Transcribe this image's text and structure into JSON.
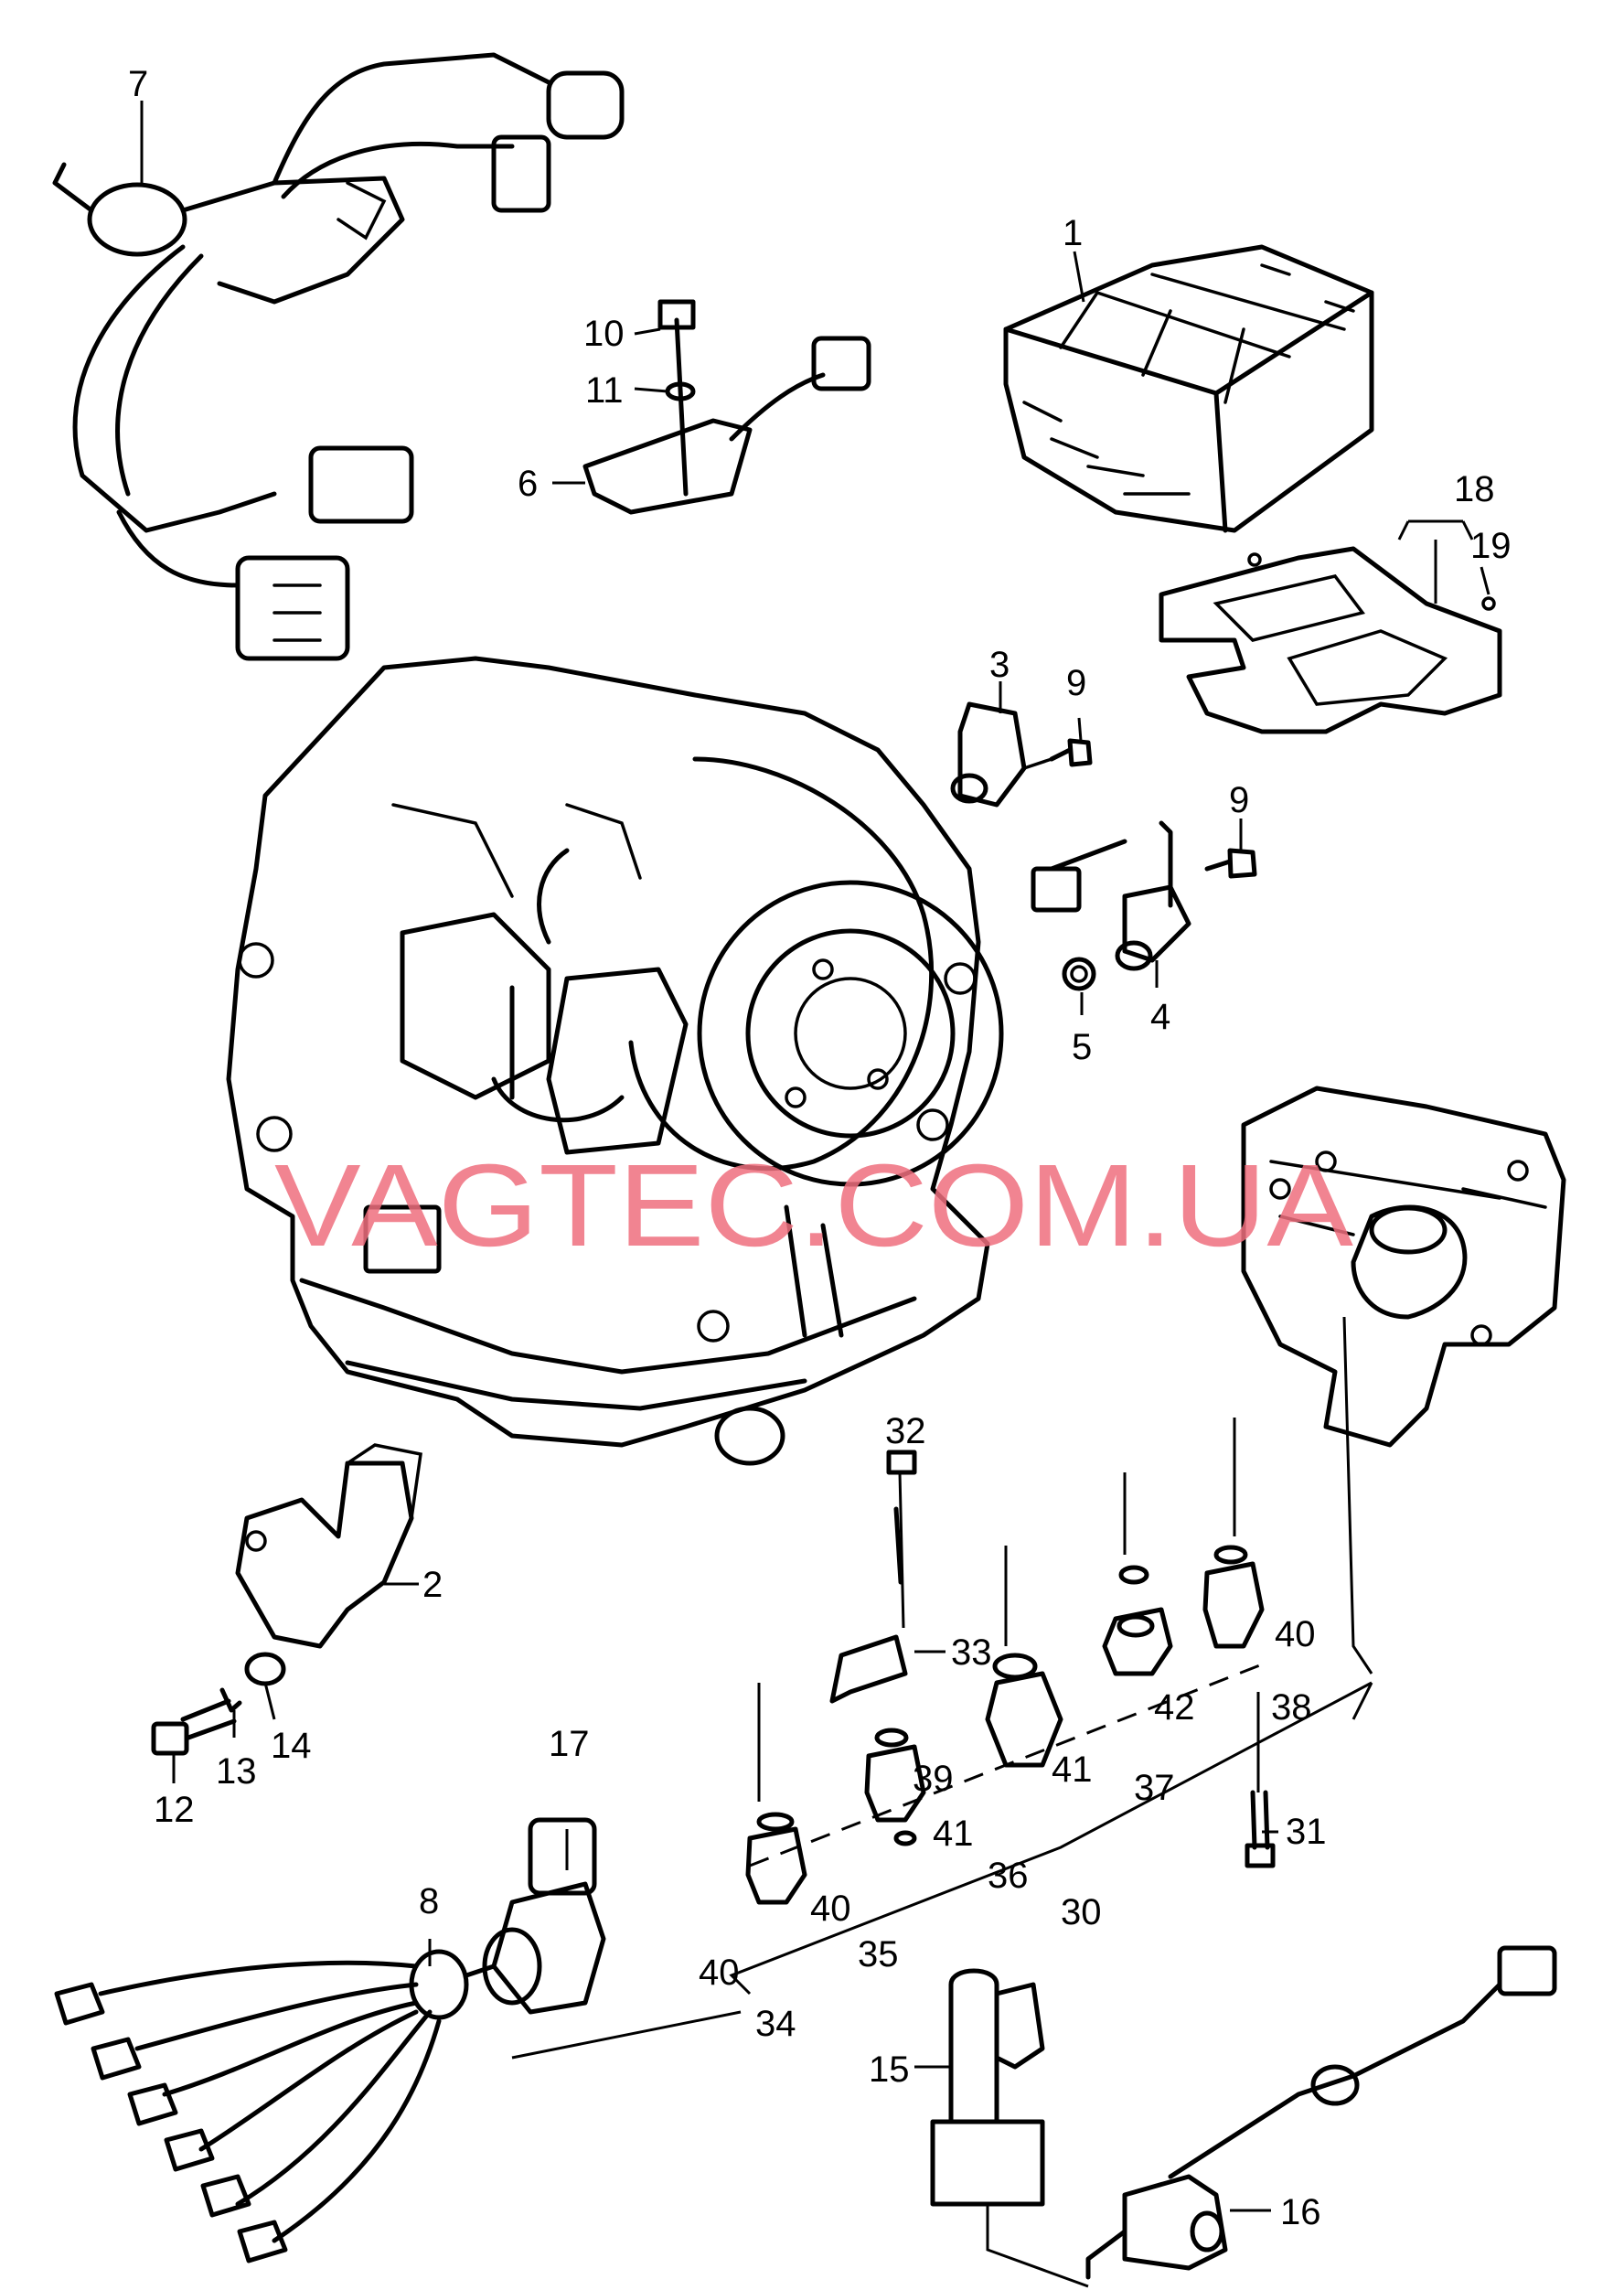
{
  "watermark": "VAGTEC.COM.UA",
  "callouts": {
    "c1": "1",
    "c2": "2",
    "c3": "3",
    "c4": "4",
    "c5": "5",
    "c6": "6",
    "c7": "7",
    "c8": "8",
    "c9a": "9",
    "c9b": "9",
    "c10": "10",
    "c11": "11",
    "c12": "12",
    "c13": "13",
    "c14": "14",
    "c15": "15",
    "c16": "16",
    "c17": "17",
    "c18": "18",
    "c19": "19",
    "c30": "30",
    "c31": "31",
    "c32": "32",
    "c33": "33",
    "c34": "34",
    "c35": "35",
    "c36": "36",
    "c37": "37",
    "c38": "38",
    "c39": "39",
    "c40a": "40",
    "c40b": "40",
    "c40c": "40",
    "c41a": "41",
    "c41b": "41",
    "c42": "42"
  }
}
